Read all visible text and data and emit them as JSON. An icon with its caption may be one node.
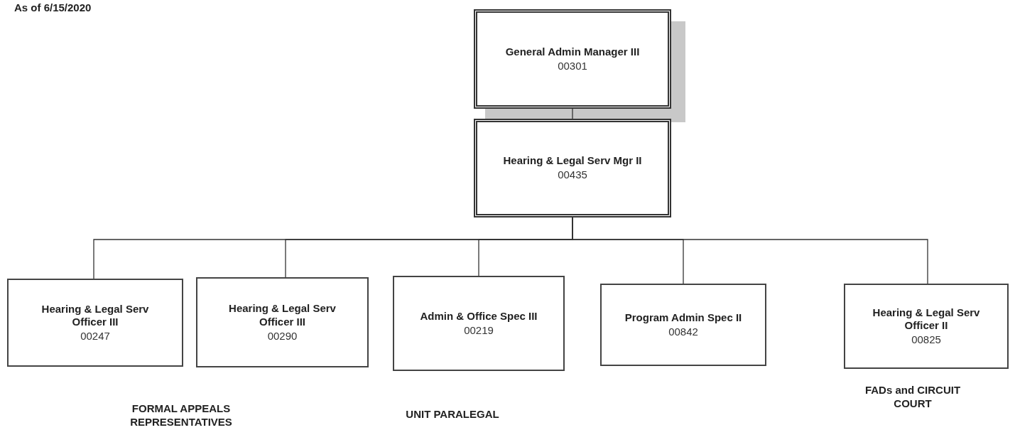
{
  "diagram": {
    "nodes": [
      {
        "text": [
          "General Admin Manager III",
          "00301"
        ]
      },
      {
        "text": [
          "Hearing & Legal Serv Mgr II",
          "00435"
        ]
      },
      {
        "text": [
          "Hearing & Legal Serv Officer III",
          "00247"
        ]
      },
      {
        "text": [
          "Hearing & Legal Serv Officer III",
          "00290"
        ]
      },
      {
        "text": [
          "Admin & Office Spec III",
          "00219"
        ],
        "beside": [
          "UNIT PARALEGAL"
        ]
      },
      {
        "text": [
          "Program Admin Spec II",
          "00842"
        ]
      },
      {
        "text": [
          "Hearing & Legal Serv Officer II",
          "00825"
        ],
        "beside": [
          "FADs and CIRCUIT COURT"
        ]
      }
    ],
    "edges": [
      {
        "from": 0,
        "to": 1,
        "arrow": "none"
      },
      {
        "from": 1,
        "to": 2,
        "arrow": "none"
      },
      {
        "from": 1,
        "to": 3,
        "arrow": "none"
      },
      {
        "from": 1,
        "to": 4,
        "arrow": "none"
      },
      {
        "from": 1,
        "to": 5,
        "arrow": "none"
      },
      {
        "from": 1,
        "to": 6,
        "arrow": "none"
      }
    ],
    "labels": [
      "As of 6/15/2020",
      "FORMAL APPEALS REPRESENTATIVES"
    ]
  }
}
